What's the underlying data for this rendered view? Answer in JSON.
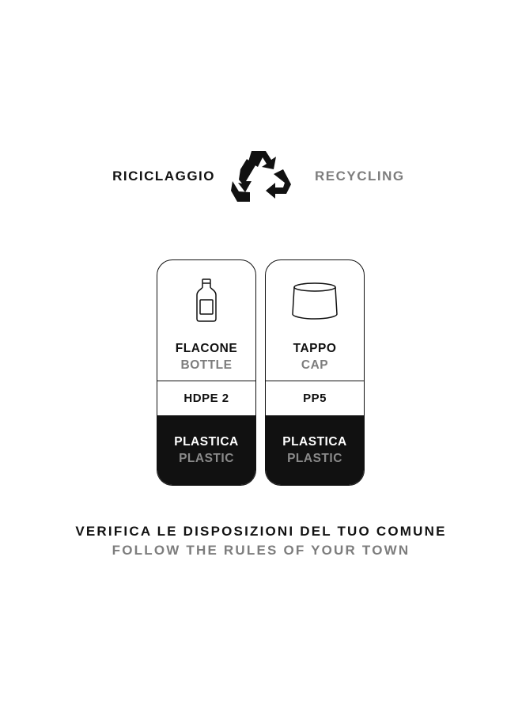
{
  "header": {
    "left_label": "RICICLAGGIO",
    "right_label": "RECYCLING",
    "icon": "recycle-icon"
  },
  "cards": [
    {
      "icon": "bottle-icon",
      "name": "FLACONE",
      "name_en": "BOTTLE",
      "code": "HDPE 2",
      "material": "PLASTICA",
      "material_en": "PLASTIC"
    },
    {
      "icon": "cap-icon",
      "name": "TAPPO",
      "name_en": "CAP",
      "code": "PP5",
      "material": "PLASTICA",
      "material_en": "PLASTIC"
    }
  ],
  "footer": {
    "line1": "VERIFICA LE DISPOSIZIONI DEL TUO COMUNE",
    "line2": "FOLLOW THE RULES OF YOUR TOWN"
  },
  "colors": {
    "primary": "#111111",
    "secondary": "#7d7d7d",
    "background": "#ffffff"
  }
}
